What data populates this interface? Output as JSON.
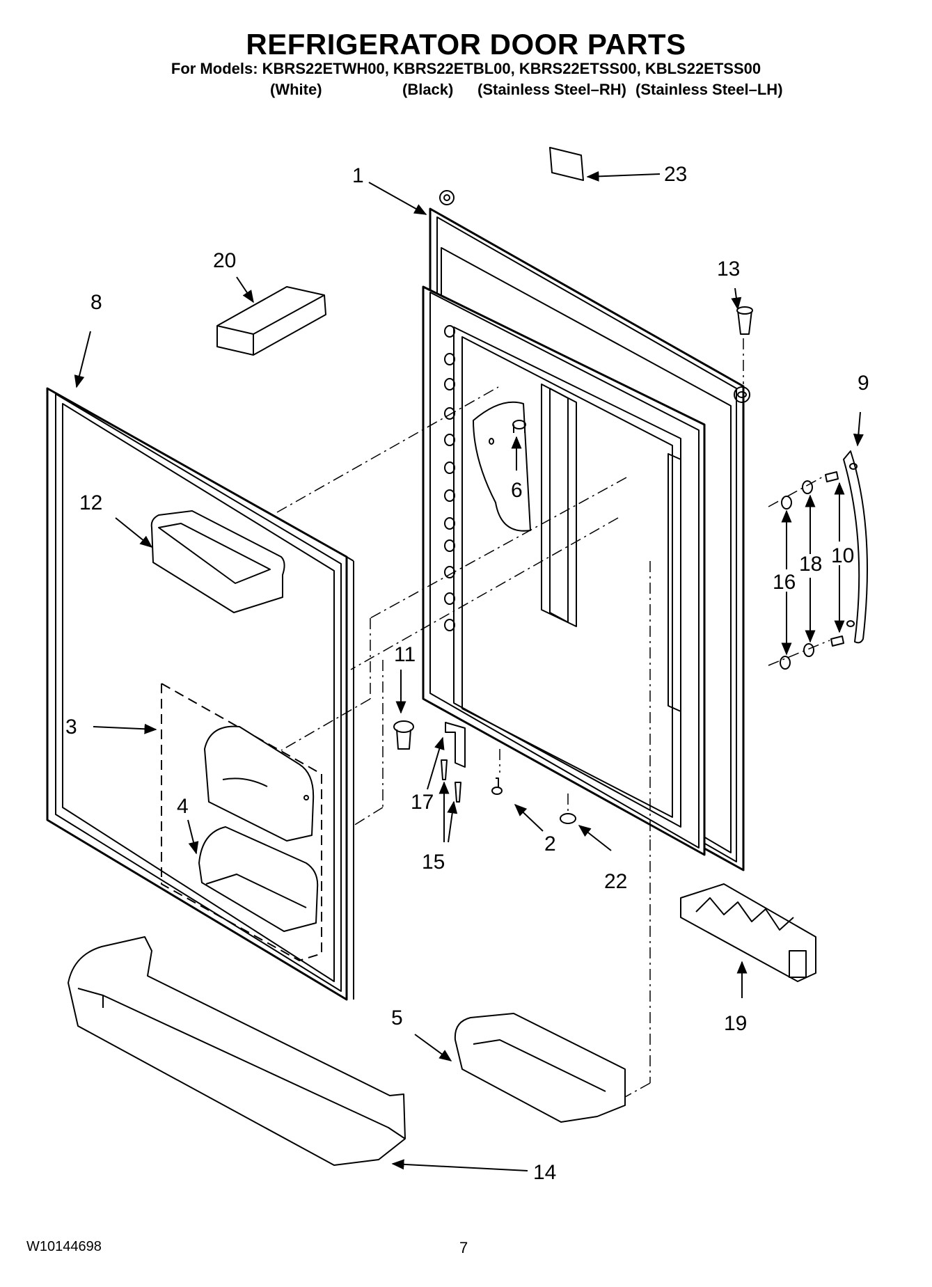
{
  "header": {
    "title": "REFRIGERATOR DOOR PARTS",
    "models_line": "For Models: KBRS22ETWH00, KBRS22ETBL00, KBRS22ETSS00, KBLS22ETSS00",
    "variants": [
      "(White)",
      "(Black)",
      "(Stainless Steel–RH)",
      "(Stainless Steel–LH)"
    ]
  },
  "callouts": {
    "c1": "1",
    "c2": "2",
    "c3": "3",
    "c4": "4",
    "c5": "5",
    "c6": "6",
    "c8": "8",
    "c9": "9",
    "c10": "10",
    "c11": "11",
    "c12": "12",
    "c13": "13",
    "c14": "14",
    "c15": "15",
    "c16": "16",
    "c17": "17",
    "c18": "18",
    "c19": "19",
    "c20": "20",
    "c22": "22",
    "c23": "23"
  },
  "footer": {
    "doc_number": "W10144698",
    "page_number": "7"
  }
}
